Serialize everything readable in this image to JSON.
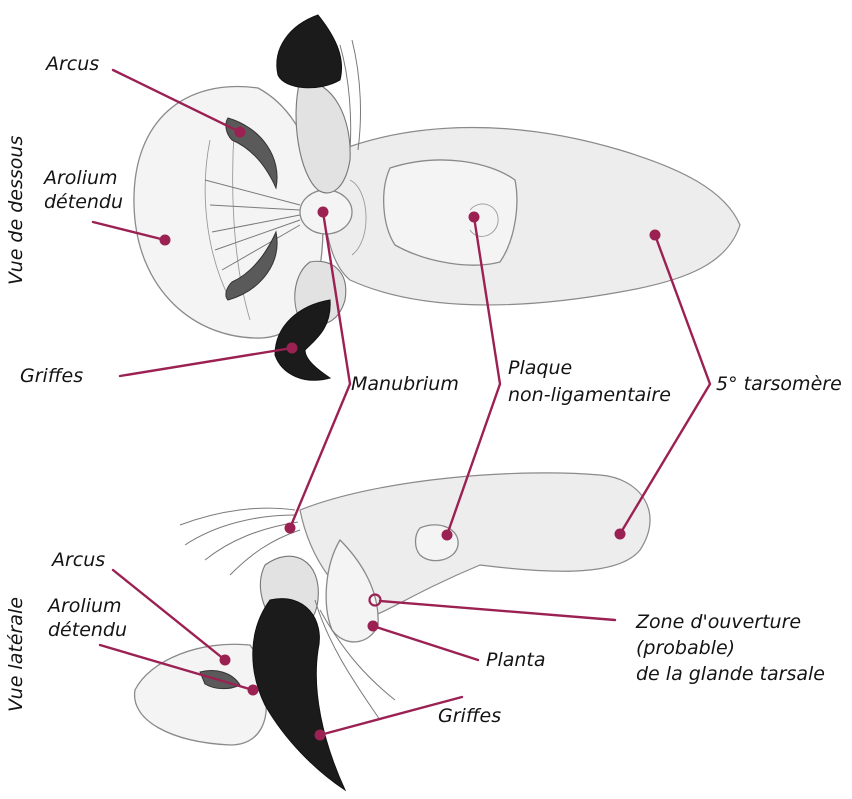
{
  "side_titles": {
    "top": "Vue de dessous",
    "bottom": "Vue latérale"
  },
  "labels": {
    "arcus_top": "Arcus",
    "arolium_top": [
      "Arolium",
      "détendu"
    ],
    "griffes_top": "Griffes",
    "manubrium": "Manubrium",
    "plaque": [
      "Plaque",
      "non-ligamentaire"
    ],
    "tarsomere": "5° tarsomère",
    "arcus_bottom": "Arcus",
    "arolium_bottom": [
      "Arolium",
      "détendu"
    ],
    "zone": [
      "Zone d'ouverture",
      "(probable)",
      "de la glande tarsale"
    ],
    "planta": "Planta",
    "griffes_bottom": "Griffes"
  },
  "colors": {
    "leader": "#9b2153",
    "text": "#141414",
    "claw": "#1b1b1b"
  }
}
